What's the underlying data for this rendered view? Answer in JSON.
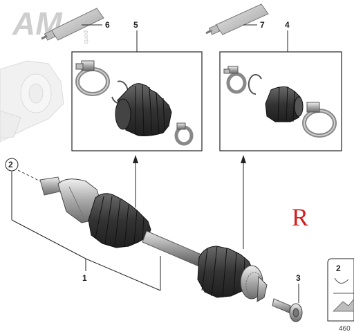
{
  "watermark": {
    "logo": "AM",
    "subtext": "parts"
  },
  "callouts": [
    "6",
    "5",
    "7",
    "4",
    "2",
    "1",
    "3"
  ],
  "side_marker": "R",
  "legend_box": {
    "number": "2"
  },
  "diagram_code": "460",
  "colors": {
    "marker_red": "#d21f1f",
    "line": "#222222",
    "part_grey": "#8a8a8a",
    "boot_dark": "#3a3a3a",
    "logo_grey": "#c9c9c9"
  }
}
